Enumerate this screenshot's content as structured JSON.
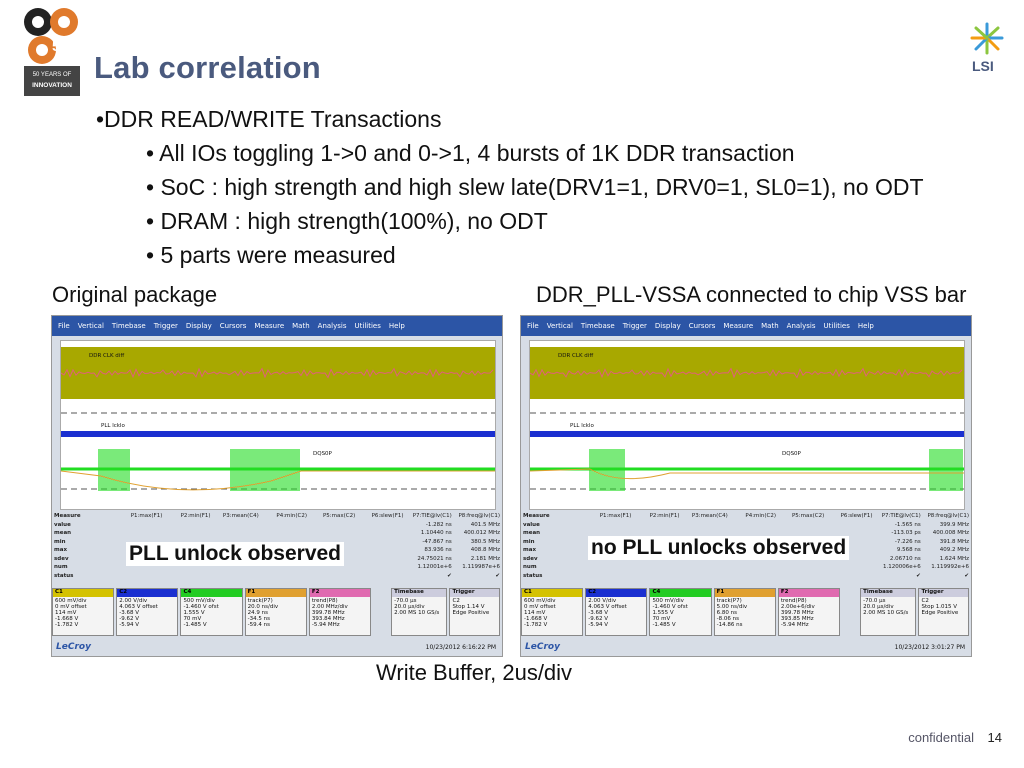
{
  "title": "Lab correlation",
  "logo_left": {
    "number": "50",
    "text_line1": "50 YEARS OF",
    "text_line2": "INNOVATION"
  },
  "logo_right": {
    "text": "LSI"
  },
  "bullets": {
    "main": "•DDR READ/WRITE Transactions",
    "sub": [
      "• All IOs toggling 1->0 and 0->1, 4 bursts of 1K DDR transaction",
      "• SoC : high strength and high slew late(DRV1=1, DRV0=1, SL0=1), no ODT",
      "• DRAM : high strength(100%), no ODT",
      "• 5 parts were measured"
    ]
  },
  "captions": {
    "left": "Original package",
    "right": "DDR_PLL-VSSA connected to chip VSS bar",
    "bottom": "Write Buffer, 2us/div"
  },
  "scope_menu": [
    "File",
    "Vertical",
    "Timebase",
    "Trigger",
    "Display",
    "Cursors",
    "Measure",
    "Math",
    "Analysis",
    "Utilities",
    "Help"
  ],
  "traces": {
    "ddr_clk": "DDR CLK diff",
    "pll_lock": "PLL lcklo",
    "dqs0p": "DQS0P"
  },
  "scope_left": {
    "overlay": "PLL unlock observed",
    "measure_header": [
      "Measure",
      "P1:max(F1)",
      "P2:min(F1)",
      "P3:mean(C4)",
      "P4:min(C2)",
      "P5:max(C2)",
      "P6:slew(F1)",
      "P7:TIE@lv(C1)",
      "P8:freq@lv(C1)"
    ],
    "measure_rows": [
      [
        "value",
        "",
        "",
        "",
        "",
        "",
        "",
        "-1.282 ns",
        "401.5 MHz"
      ],
      [
        "mean",
        "",
        "",
        "",
        "",
        "",
        "",
        "1.10440 ns",
        "400.012 MHz"
      ],
      [
        "min",
        "",
        "",
        "",
        "",
        "",
        "",
        "-47.867 ns",
        "380.5 MHz"
      ],
      [
        "max",
        "",
        "",
        "",
        "",
        "",
        "",
        "83.936 ns",
        "408.8 MHz"
      ],
      [
        "sdev",
        "",
        "",
        "",
        "",
        "",
        "",
        "24.75021 ns",
        "2.181 MHz"
      ],
      [
        "num",
        "",
        "",
        "",
        "",
        "",
        "",
        "1.12001e+6",
        "1.119987e+6"
      ],
      [
        "status",
        "",
        "",
        "",
        "",
        "",
        "",
        "✔",
        "✔"
      ]
    ],
    "channels": [
      {
        "name": "C1",
        "l1": "600 mV/div",
        "l2": "0 mV offset",
        "r1": "114 mV",
        "r2": "-1.668 V",
        "r3": "-1.782 V"
      },
      {
        "name": "C2",
        "l1": "2.00 V/div",
        "l2": "4.063 V offset",
        "r1": "-3.68 V",
        "r2": "-9.62 V",
        "r3": "-5.94 V"
      },
      {
        "name": "C4",
        "l1": "500 mV/div",
        "l2": "-1.460 V ofst",
        "r1": "1.555 V",
        "r2": "70 mV",
        "r3": "-1.485 V"
      },
      {
        "name": "F1",
        "l1": "track(P7)",
        "l2": "20.0 ns/div",
        "r1": "24.9 ns",
        "r2": "-34.5 ns",
        "r3": "-59.4 ns"
      },
      {
        "name": "F2",
        "l1": "trend(P8)",
        "l2": "2.00 MHz/div",
        "r1": "399.78 MHz",
        "r2": "393.84 MHz",
        "r3": "-5.94 MHz"
      }
    ],
    "timebase": {
      "label": "Timebase",
      "val": "-70.0 µs",
      "l2": "20.0 µs/div",
      "l3": "2.00 MS   10 GS/s"
    },
    "trigger": {
      "label": "Trigger",
      "val": "C2",
      "l2": "Stop   1.14 V",
      "l3": "Edge   Positive"
    },
    "brand": "LeCroy",
    "timestamp": "10/23/2012 6:16:22 PM"
  },
  "scope_right": {
    "overlay": "no PLL unlocks observed",
    "measure_header": [
      "Measure",
      "P1:max(F1)",
      "P2:min(F1)",
      "P3:mean(C4)",
      "P4:min(C2)",
      "P5:max(C2)",
      "P6:slew(F1)",
      "P7:TIE@lv(C1)",
      "P8:freq@lv(C1)"
    ],
    "measure_rows": [
      [
        "value",
        "",
        "",
        "",
        "",
        "",
        "",
        "-1.565 ns",
        "399.9 MHz"
      ],
      [
        "mean",
        "",
        "",
        "",
        "",
        "",
        "",
        "-113.03 ps",
        "400.008 MHz"
      ],
      [
        "min",
        "",
        "",
        "",
        "",
        "",
        "",
        "-7.226 ns",
        "391.8 MHz"
      ],
      [
        "max",
        "",
        "",
        "",
        "",
        "",
        "",
        "9.568 ns",
        "409.2 MHz"
      ],
      [
        "sdev",
        "",
        "",
        "",
        "",
        "",
        "",
        "2.06710 ns",
        "1.624 MHz"
      ],
      [
        "num",
        "",
        "",
        "",
        "",
        "",
        "",
        "1.120006e+6",
        "1.119992e+6"
      ],
      [
        "status",
        "",
        "",
        "",
        "",
        "",
        "",
        "✔",
        "✔"
      ]
    ],
    "channels": [
      {
        "name": "C1",
        "l1": "600 mV/div",
        "l2": "0 mV offset",
        "r1": "114 mV",
        "r2": "-1.668 V",
        "r3": "-1.782 V"
      },
      {
        "name": "C2",
        "l1": "2.00 V/div",
        "l2": "4.063 V offset",
        "r1": "-3.68 V",
        "r2": "-9.62 V",
        "r3": "-5.94 V"
      },
      {
        "name": "C4",
        "l1": "500 mV/div",
        "l2": "-1.460 V ofst",
        "r1": "1.555 V",
        "r2": "70 mV",
        "r3": "-1.485 V"
      },
      {
        "name": "F1",
        "l1": "track(P7)",
        "l2": "5.00 ns/div",
        "r1": "6.80 ns",
        "r2": "-8.06 ns",
        "r3": "-14.86 ns"
      },
      {
        "name": "F2",
        "l1": "trend(P8)",
        "l2": "2.00e+6/div",
        "r1": "399.78 MHz",
        "r2": "393.85 MHz",
        "r3": "-5.94 MHz"
      }
    ],
    "timebase": {
      "label": "Timebase",
      "val": "-70.0 µs",
      "l2": "20.0 µs/div",
      "l3": "2.00 MS   10 GS/s"
    },
    "trigger": {
      "label": "Trigger",
      "val": "C2",
      "l2": "Stop   1.015 V",
      "l3": "Edge   Positive"
    },
    "brand": "LeCroy",
    "timestamp": "10/23/2012 3:01:27 PM"
  },
  "footer": {
    "confidential": "confidential",
    "page": "14"
  },
  "colors": {
    "title": "#4a5a7e",
    "olive": "#a8a800",
    "pink": "#e0607a",
    "blue": "#1a2fd0",
    "green": "#22dd22",
    "orange": "#e0a030"
  }
}
